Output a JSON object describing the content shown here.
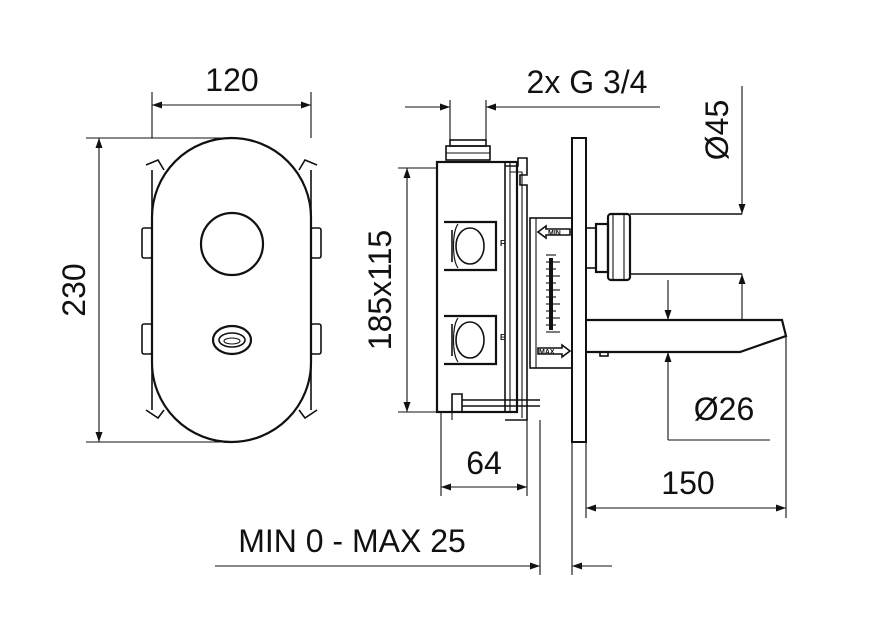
{
  "dimensions": {
    "width_120": "120",
    "height_230": "230",
    "inlets": "2x G 3/4",
    "diameter_45": "Ø45",
    "body_height": "185x115",
    "depth_64": "64",
    "diameter_26": "Ø26",
    "spout_150": "150",
    "wall_range": "MIN 0 - MAX 25"
  },
  "labels": {
    "min": "MIN",
    "max": "MAX",
    "port_f": "F",
    "port_e": "E"
  }
}
